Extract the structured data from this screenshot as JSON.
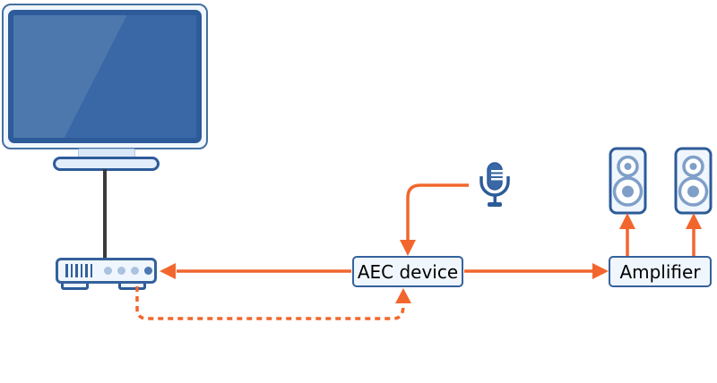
{
  "colors": {
    "accent_orange": "#f2662d",
    "outline_blue": "#2d5b99",
    "fill_blue": "#3a67a5",
    "sheen_blue": "#4d78ae",
    "node_fill": "#f0f6fd",
    "ring_blue": "#7f9fc8",
    "dot_light": "#a9c2e0",
    "dot_dark": "#4d79b3",
    "cable_gray": "#3a3a3a",
    "background": "#ffffff"
  },
  "nodes": {
    "tv": {
      "icon": "tv-icon"
    },
    "media_player": {
      "icon": "set-top-box-icon"
    },
    "microphone": {
      "icon": "microphone-icon"
    },
    "aec_device": {
      "label": "AEC device"
    },
    "amplifier": {
      "label": "Amplifier"
    },
    "speaker_left": {
      "icon": "speaker-icon"
    },
    "speaker_right": {
      "icon": "speaker-icon"
    }
  },
  "connections": [
    {
      "from": "microphone",
      "to": "aec_device",
      "style": "solid-arrow"
    },
    {
      "from": "aec_device",
      "to": "media_player",
      "style": "solid-arrow"
    },
    {
      "from": "aec_device",
      "to": "amplifier",
      "style": "solid-arrow"
    },
    {
      "from": "amplifier",
      "to": "speaker_left",
      "style": "solid-arrow"
    },
    {
      "from": "amplifier",
      "to": "speaker_right",
      "style": "solid-arrow"
    },
    {
      "from": "media_player",
      "to": "aec_device",
      "style": "dashed-arrow"
    },
    {
      "from": "tv",
      "to": "media_player",
      "style": "cable"
    }
  ]
}
